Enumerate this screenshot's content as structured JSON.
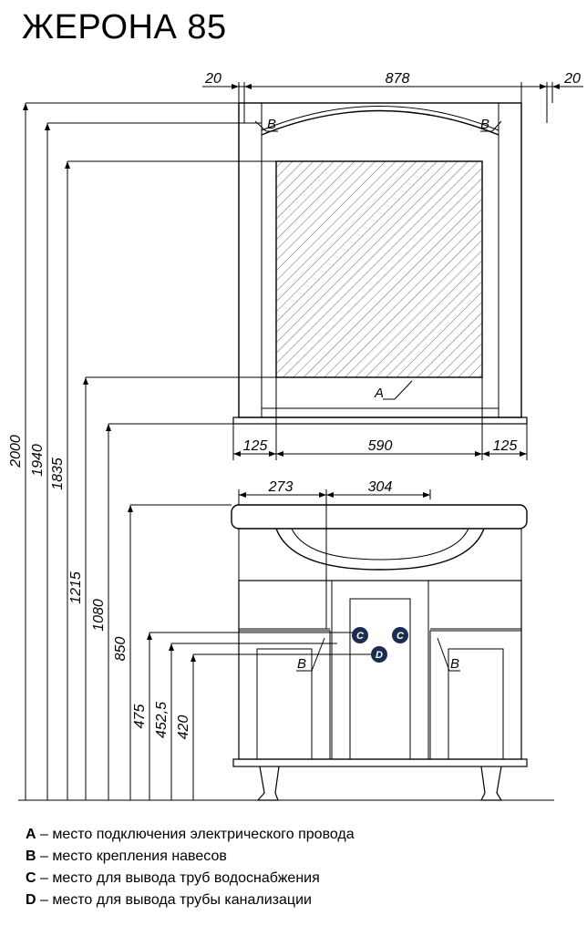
{
  "title": "ЖЕРОНА 85",
  "mirror": {
    "top_dims": [
      "20",
      "878",
      "20"
    ],
    "bottom_dims": [
      "125",
      "590",
      "125"
    ]
  },
  "cabinet": {
    "top_dims": [
      "273",
      "304"
    ]
  },
  "heights": [
    "2000",
    "1940",
    "1835",
    "1215",
    "1080",
    "850",
    "475",
    "452,5",
    "420"
  ],
  "markers": {
    "A": "A",
    "B": "B",
    "C": "C",
    "D": "D"
  },
  "legend": [
    {
      "key": "A",
      "text": " – место подключения электрического провода"
    },
    {
      "key": "B",
      "text": " – место крепления навесов"
    },
    {
      "key": "C",
      "text": " – место для вывода труб водоснабжения"
    },
    {
      "key": "D",
      "text": " – место для вывода трубы канализации"
    }
  ],
  "colors": {
    "line": "#000000",
    "marker_fill": "#1c2b52",
    "background": "#ffffff"
  }
}
